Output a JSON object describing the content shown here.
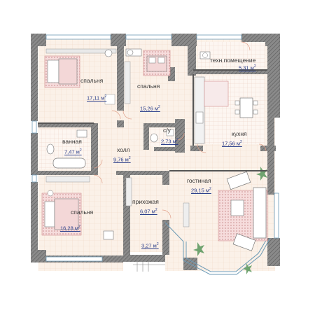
{
  "rooms": {
    "bedroom_top_left": {
      "label": "спальня",
      "area": "17,11 м"
    },
    "bedroom_top_mid": {
      "label": "спальня",
      "area": "15,26 м"
    },
    "tech_room": {
      "label": "техн.помещение",
      "area": "5,31 м"
    },
    "bathroom": {
      "label": "ванная",
      "area": "7,47 м"
    },
    "hall": {
      "label": "холл",
      "area": "9,76 м"
    },
    "wc": {
      "label": "с/у",
      "area": "2,73 м"
    },
    "kitchen": {
      "label": "кухня",
      "area": "17,56 м"
    },
    "living_room": {
      "label": "гостиная",
      "area": "29,15 м"
    },
    "bedroom_bottom": {
      "label": "спальня",
      "area": "16,28 м"
    },
    "entry": {
      "label": "прихожая",
      "area": "6,07 м"
    },
    "porch": {
      "area": "3,27 м"
    }
  },
  "area_unit_sup": "2"
}
